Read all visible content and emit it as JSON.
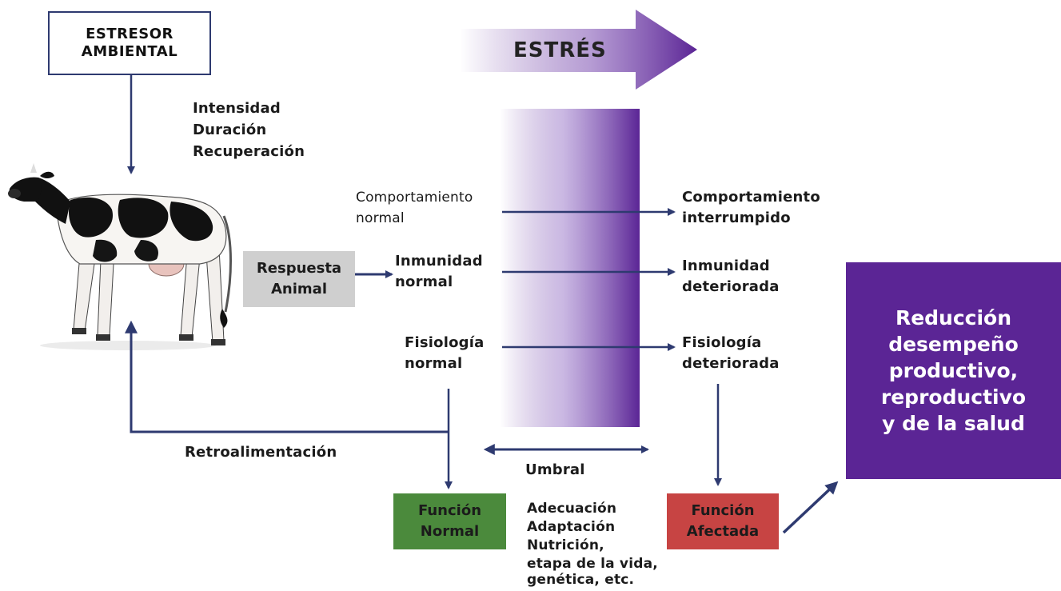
{
  "colors": {
    "purple": "#5b2595",
    "navy": "#2e3a70",
    "green": "#4b8a3c",
    "red": "#c74443",
    "gray": "#cfcfcf"
  },
  "icons": {
    "cow": "holstein-cow-image"
  },
  "stressor_box": {
    "label": "ESTRESOR\nAMBIENTAL"
  },
  "stressor_factors": [
    "Intensidad",
    "Duración",
    "Recuperación"
  ],
  "stress_arrow": {
    "label": "ESTRÉS"
  },
  "response_box": {
    "label": "Respuesta\nAnimal"
  },
  "normal_states": [
    "Comportamiento\nnormal",
    "Inmunidad\nnormal",
    "Fisiología\nnormal"
  ],
  "impaired_states": [
    "Comportamiento\ninterrumpido",
    "Inmunidad\ndeteriorada",
    "Fisiología\ndeteriorada"
  ],
  "feedback_label": "Retroalimentación",
  "threshold_label": "Umbral",
  "normal_function_box": {
    "label": "Función\nNormal"
  },
  "affected_function_box": {
    "label": "Función\nAfectada"
  },
  "modifiers": [
    "Adecuación",
    "Adaptación",
    "Nutrición,",
    "etapa de la vida,",
    "genética, etc."
  ],
  "outcome_box": {
    "label": "Reducción\ndesempeño\nproductivo,\nreproductivo\ny de la salud"
  }
}
